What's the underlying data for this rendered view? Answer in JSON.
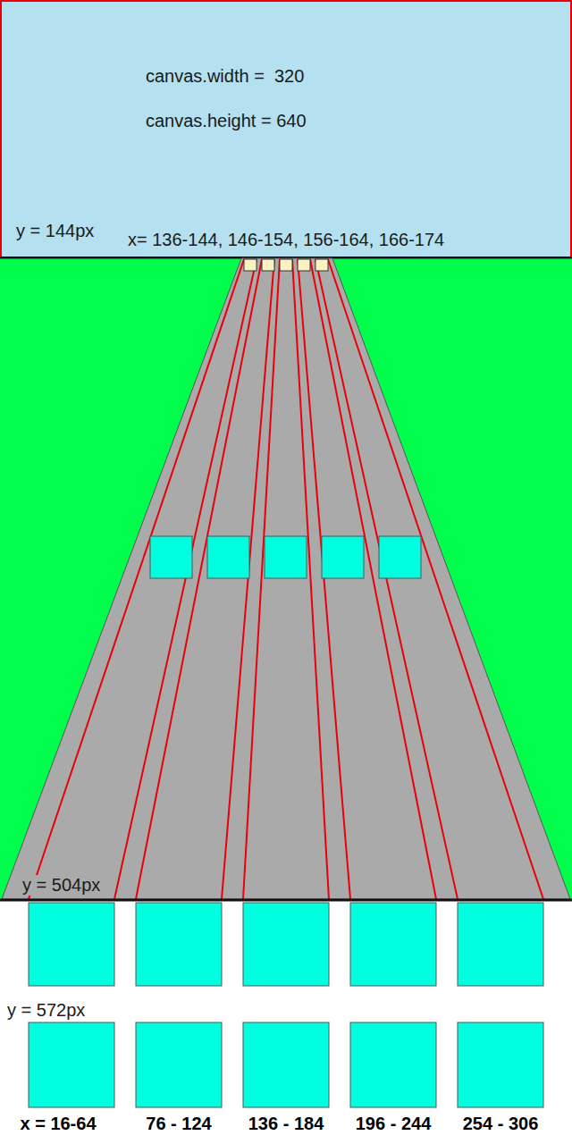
{
  "diagram": {
    "nodes": [
      {
        "text": [
          "canvas.width =  320",
          "canvas.height = 640",
          "y = 144px",
          "x= 136-144, 146-154, 156-164, 166-174"
        ]
      }
    ],
    "labels": [
      "y = 504px",
      "y = 572px",
      "x = 16-64",
      "76 - 124",
      "136 - 184",
      "196 - 244",
      "254 - 306"
    ]
  }
}
